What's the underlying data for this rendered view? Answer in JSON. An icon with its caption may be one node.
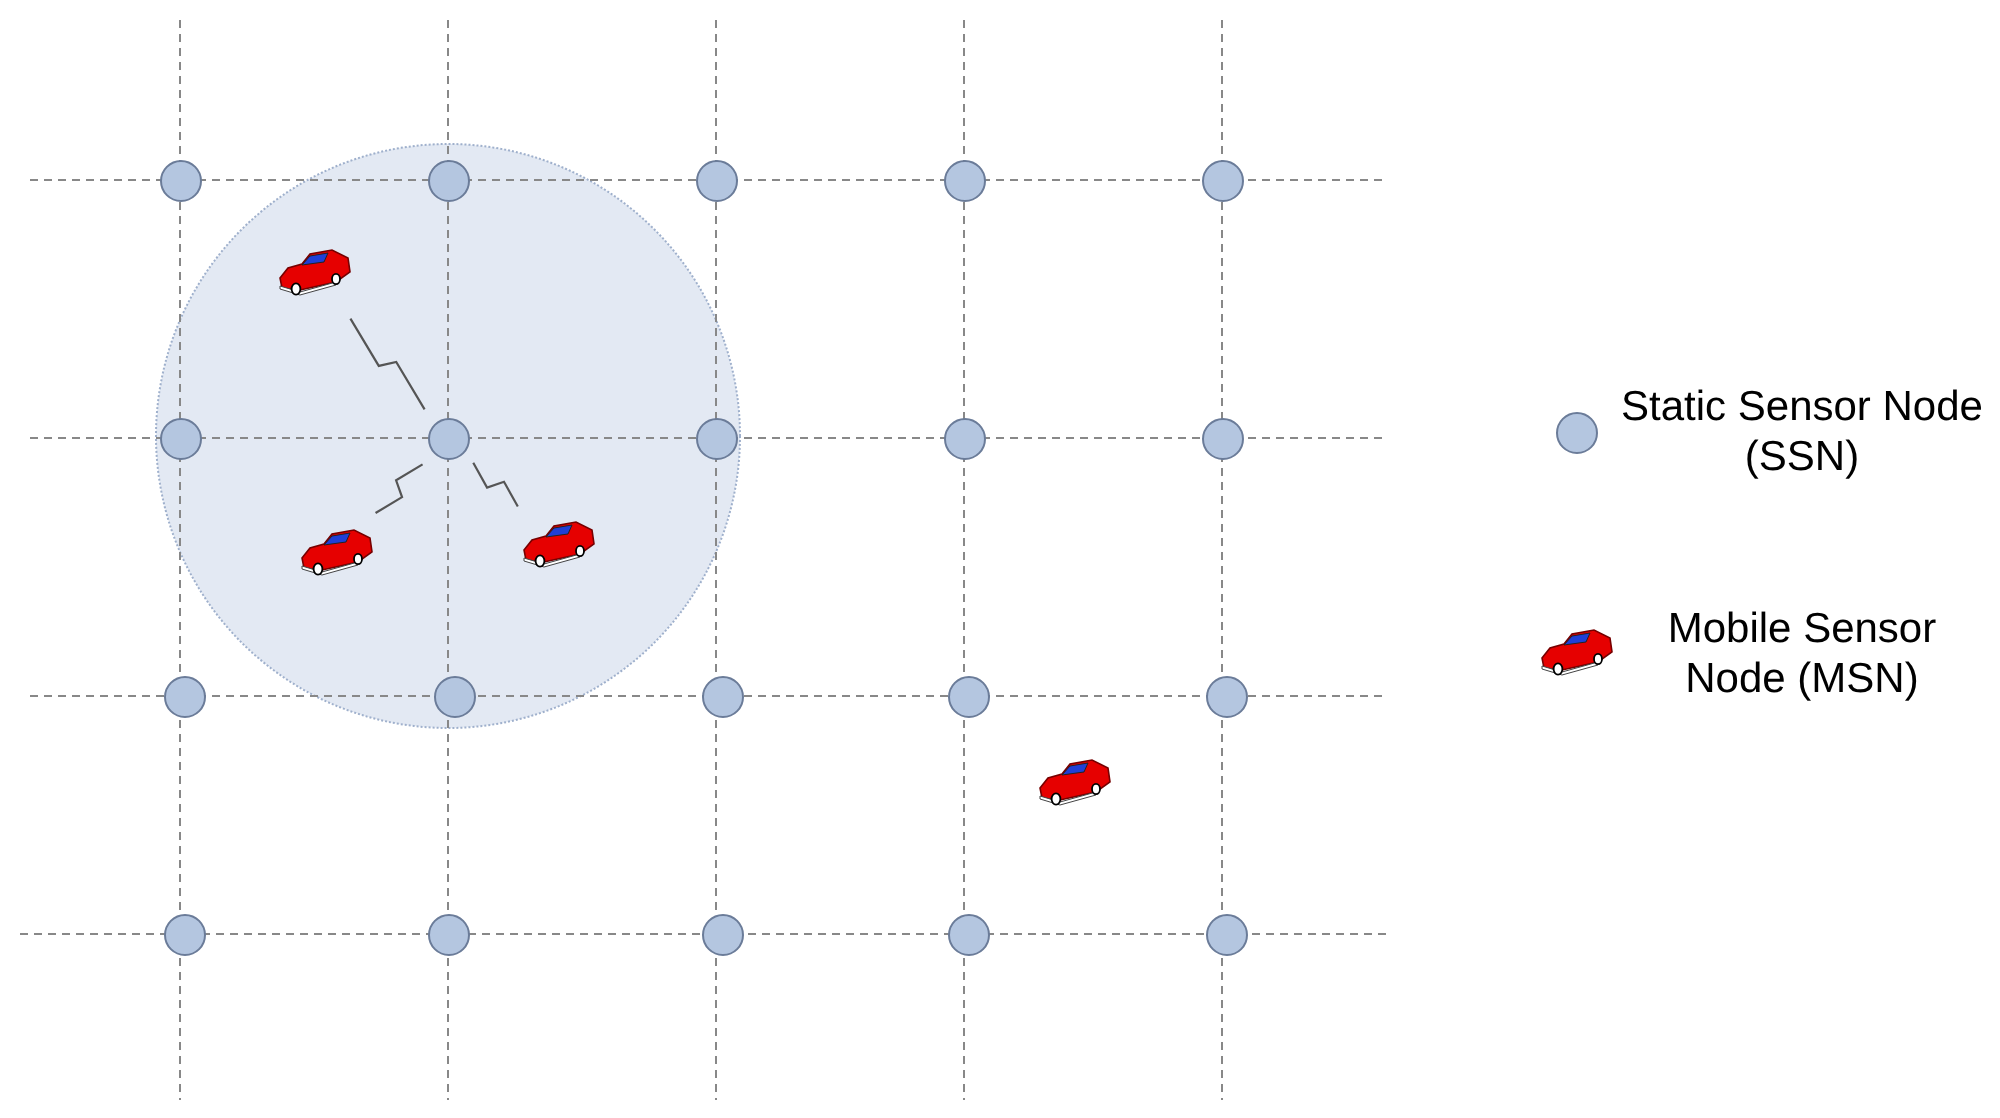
{
  "diagram": {
    "nodes": [
      {
        "text": [],
        "shape": "circle"
      },
      {
        "text": [],
        "shape": "circle"
      },
      {
        "text": [],
        "shape": "circle"
      },
      {
        "text": [],
        "shape": "circle"
      },
      {
        "text": [],
        "shape": "circle"
      },
      {
        "text": [],
        "shape": "car"
      },
      {
        "text": [],
        "shape": "circle"
      },
      {
        "text": [],
        "shape": "circle"
      },
      {
        "text": [],
        "shape": "circle"
      },
      {
        "text": [],
        "shape": "circle"
      },
      {
        "text": [],
        "shape": "circle"
      },
      {
        "text": [],
        "shape": "car"
      },
      {
        "text": [],
        "shape": "car"
      },
      {
        "text": [],
        "shape": "circle"
      },
      {
        "text": [],
        "shape": "circle"
      },
      {
        "text": [],
        "shape": "circle"
      },
      {
        "text": [],
        "shape": "circle"
      },
      {
        "text": [],
        "shape": "circle"
      },
      {
        "text": [],
        "shape": "car"
      },
      {
        "text": [],
        "shape": "circle"
      },
      {
        "text": [],
        "shape": "circle"
      },
      {
        "text": [],
        "shape": "circle"
      },
      {
        "text": [],
        "shape": "circle"
      },
      {
        "text": [],
        "shape": "circle"
      }
    ],
    "edges": [
      {
        "from": 5,
        "to": 7,
        "arrow": "none"
      },
      {
        "from": 11,
        "to": 7,
        "arrow": "none"
      },
      {
        "from": 12,
        "to": 7,
        "arrow": "none"
      }
    ],
    "legend": [
      {
        "text": "Static Sensor Node (SSN)"
      },
      {
        "text": "Mobile Sensor Node (MSN)"
      }
    ]
  }
}
